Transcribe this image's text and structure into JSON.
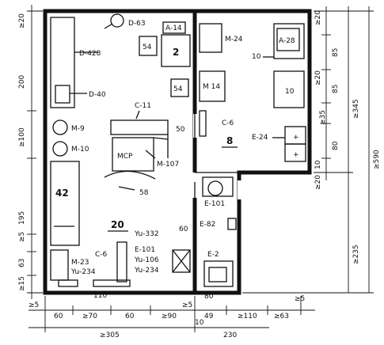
{
  "room_numbers": {
    "main": "20",
    "side": "8"
  },
  "equipment": {
    "d63": "D-63",
    "a14": "A-14",
    "n54a": "54",
    "n2": "2",
    "n54b": "54",
    "d428": "D-428",
    "d40": "D-40",
    "m9": "M-9",
    "m10": "M-10",
    "c11": "C-11",
    "msr": "MCP",
    "m107": "M-107",
    "n58": "58",
    "n42": "42",
    "m24": "M-24",
    "a28": "A-28",
    "m14": "M 14",
    "n10": "10",
    "n10b": "10",
    "c6a": "C-6",
    "e24": "E-24",
    "e101a": "E-101",
    "e82": "E-82",
    "e2": "E-2",
    "yu332": "Yu-332",
    "e101b": "E-101",
    "yu106": "Yu-106",
    "yu234a": "Yu-234",
    "m23": "M-23",
    "yu234b": "Yu-234",
    "c6b": "C-6",
    "n110": "110",
    "n60": "60",
    "n50": "50",
    "n80": "80"
  },
  "dimensions": {
    "left": [
      "≥20",
      "200",
      "≥100",
      "195",
      "≥5",
      "63",
      "≥15"
    ],
    "right_inner": [
      "≥20",
      "85",
      "≥20",
      "85",
      "≥35",
      "80",
      "10",
      "≥20"
    ],
    "right_outer": [
      "≥345",
      "≥590",
      "≥235"
    ],
    "bottom_row1": [
      "≥5",
      "60",
      "≥70",
      "60",
      "≥90",
      "≥5",
      "49",
      "≥110",
      "≥63",
      "≥5"
    ],
    "bottom_row2": [
      "≥305",
      "10",
      "230"
    ]
  }
}
